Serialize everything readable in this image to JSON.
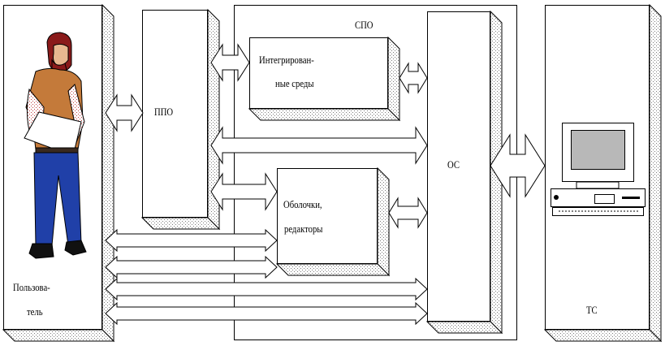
{
  "user": {
    "label_line1": "Пользова-",
    "label_line2": "тель"
  },
  "ppo": {
    "label": "ППО"
  },
  "spo": {
    "label": "СПО"
  },
  "integrated": {
    "label_line1": "Интегрирован-",
    "label_line2": "ные среды"
  },
  "shells": {
    "label_line1": "Оболочки,",
    "label_line2": "редакторы"
  },
  "os": {
    "label": "ОС"
  },
  "ts": {
    "label": "ТС"
  },
  "icons": {
    "person": "man-figure-icon",
    "computer": "desktop-computer-icon"
  }
}
